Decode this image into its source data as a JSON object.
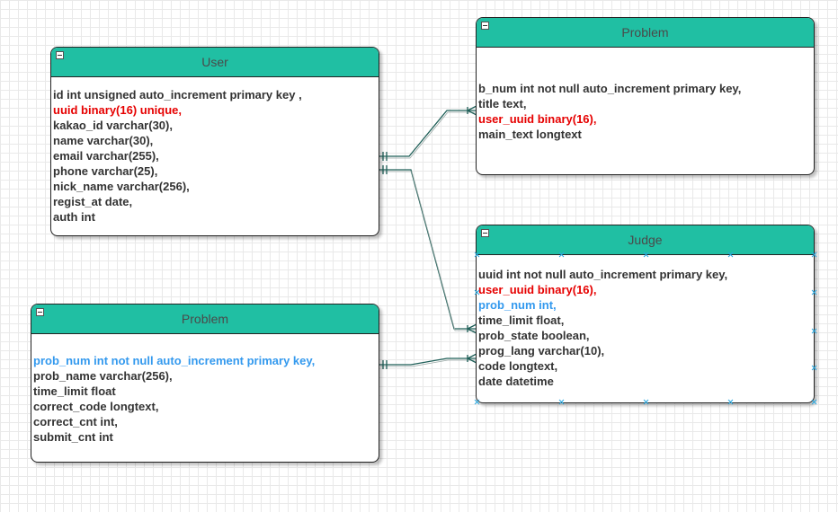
{
  "colors": {
    "header": "#20bfa3",
    "key_field": "#e60000",
    "foreign_field": "#3399ee",
    "connector": "#1f5f58"
  },
  "user_table": {
    "title": "User",
    "fields": [
      "id int unsigned auto_increment primary key ,",
      "uuid binary(16) unique,",
      "kakao_id varchar(30),",
      "name varchar(30),",
      "email varchar(255),",
      "phone varchar(25),",
      "nick_name varchar(256),",
      "regist_at date,",
      "auth int"
    ]
  },
  "problem_top_table": {
    "title": "Problem",
    "fields": [
      "b_num int not null auto_increment primary key,",
      "title text,",
      "user_uuid binary(16),",
      "main_text longtext"
    ]
  },
  "judge_table": {
    "title": "Judge",
    "fields": [
      "uuid int not null auto_increment primary key,",
      "user_uuid binary(16),",
      "prob_num int,",
      "time_limit float,",
      "prob_state boolean,",
      "prog_lang varchar(10),",
      "code longtext,",
      "date datetime"
    ]
  },
  "problem_bottom_table": {
    "title": "Problem",
    "fields": [
      "prob_num int not null auto_increment primary key,",
      "prob_name varchar(256),",
      "time_limit float",
      "correct_code longtext,",
      "correct_cnt int,",
      "submit_cnt int"
    ]
  }
}
